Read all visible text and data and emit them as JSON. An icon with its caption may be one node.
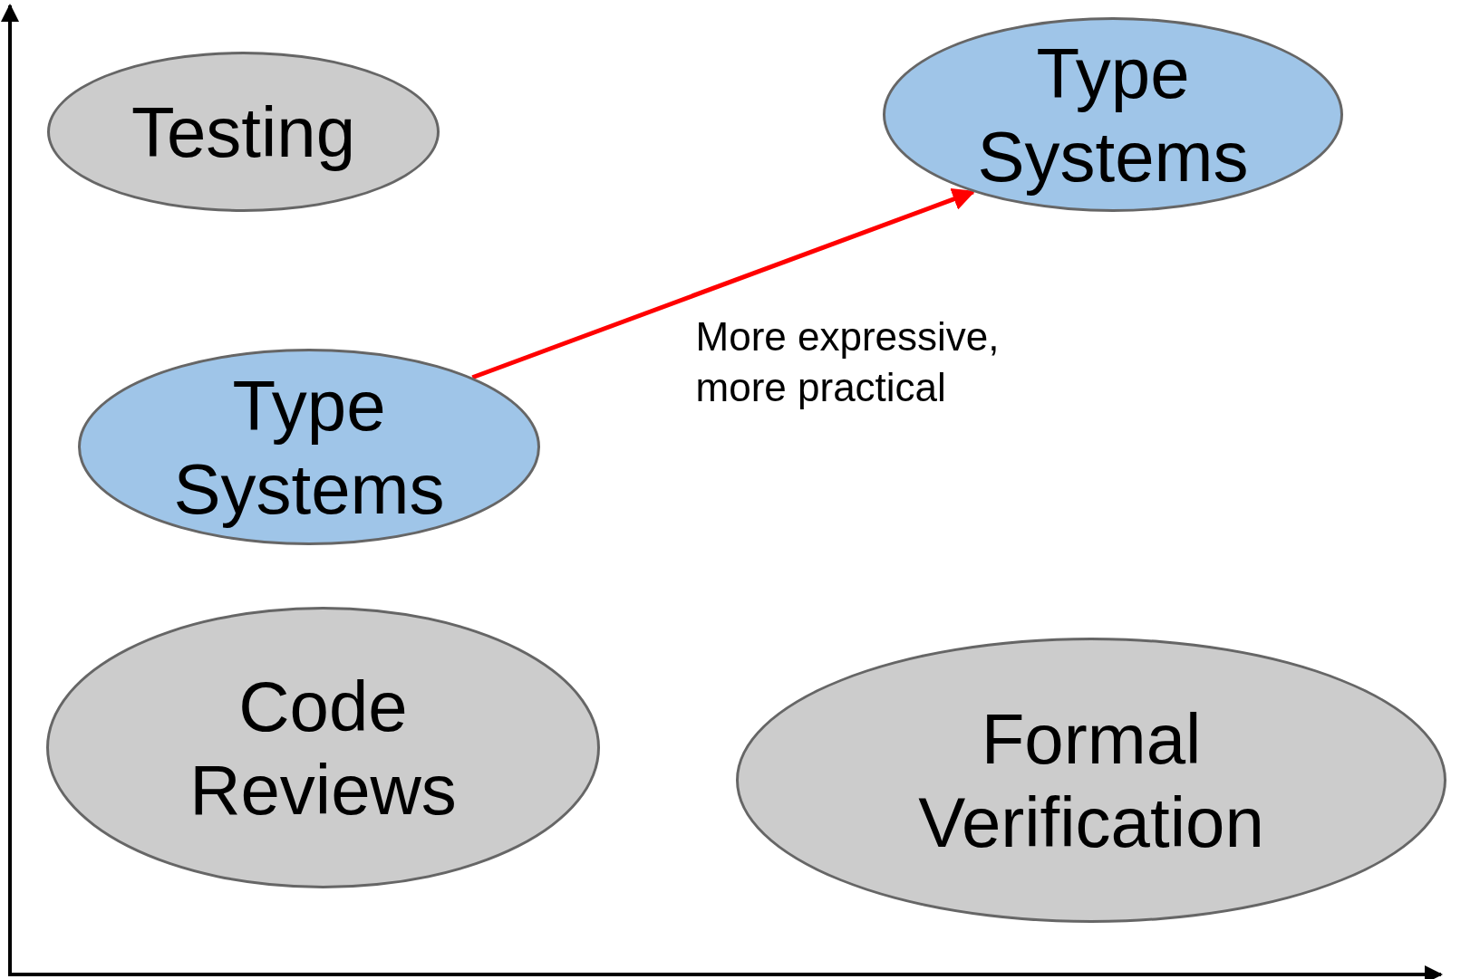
{
  "diagram": {
    "nodes": [
      {
        "text": [
          "Type Systems"
        ]
      },
      {
        "text": [
          "Testing"
        ]
      },
      {
        "text": [
          "Type Systems"
        ]
      },
      {
        "text": [
          "Code Reviews"
        ]
      },
      {
        "text": [
          "Formal Verification"
        ]
      }
    ],
    "edges": [
      {
        "from": 2,
        "to": 0,
        "arrow": "to",
        "label": "More expressive, more practical",
        "color": "#ff0000"
      }
    ]
  }
}
